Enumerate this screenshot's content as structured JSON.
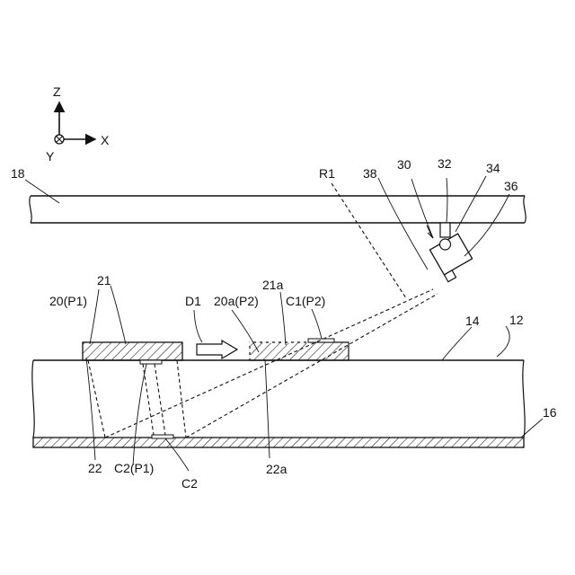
{
  "axes": {
    "z": "Z",
    "x": "X",
    "y": "Y"
  },
  "labels": {
    "l18": "18",
    "l12": "12",
    "l14": "14",
    "l16": "16",
    "l21": "21",
    "l20p1": "20(P1)",
    "l22": "22",
    "lc2p1": "C2(P1)",
    "lc2": "C2",
    "ld1": "D1",
    "l20ap2": "20a(P2)",
    "l21a": "21a",
    "lc1p2": "C1(P2)",
    "l22a": "22a",
    "lr1": "R1",
    "l38": "38",
    "l30": "30",
    "l32": "32",
    "l34": "34",
    "l36": "36"
  },
  "colors": {
    "line": "#111111",
    "background": "#ffffff"
  }
}
